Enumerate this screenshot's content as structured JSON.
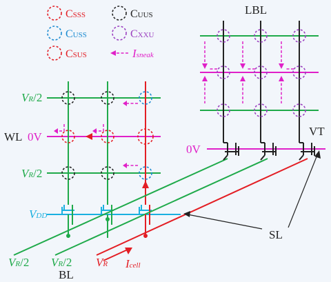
{
  "legend": {
    "c_sss": {
      "base": "C",
      "sub": "SSS",
      "color": "#e31e24"
    },
    "c_uss": {
      "base": "C",
      "sub": "USS",
      "color": "#1b8bd1"
    },
    "c_sus": {
      "base": "C",
      "sub": "SUS",
      "color": "#e31e24"
    },
    "c_uus": {
      "base": "C",
      "sub": "UUS",
      "color": "#222222"
    },
    "c_xxu": {
      "base": "C",
      "sub": "XXU",
      "color": "#9b40c0"
    },
    "i_sneak": {
      "base": "I",
      "sub": "sneak",
      "color": "#e020c8"
    }
  },
  "left_array": {
    "wl_top": {
      "base": "V",
      "sub": "R",
      "tail": "/2"
    },
    "wl_mid_name": "WL",
    "wl_mid_voltage": "0V",
    "wl_bot": {
      "base": "V",
      "sub": "R",
      "tail": "/2"
    },
    "vdd": {
      "base": "V",
      "sub": "DD"
    },
    "bottom_left": {
      "base": "V",
      "sub": "R",
      "tail": "/2"
    },
    "bottom_mid": {
      "base": "V",
      "sub": "R",
      "tail": "/2"
    },
    "bottom_right": {
      "base": "V",
      "sub": "R"
    },
    "bl": "BL",
    "icell": {
      "base": "I",
      "sub": "cell"
    }
  },
  "right_array": {
    "lbl": "LBL",
    "vt": "VT",
    "zero_v": "0V",
    "sl": "SL"
  },
  "colors": {
    "green": "#1faa4a",
    "magenta": "#e020c8",
    "red": "#e31e24",
    "cyan": "#1ab0e0",
    "black": "#222222",
    "blue": "#1b8bd1",
    "purple": "#9b40c0"
  }
}
